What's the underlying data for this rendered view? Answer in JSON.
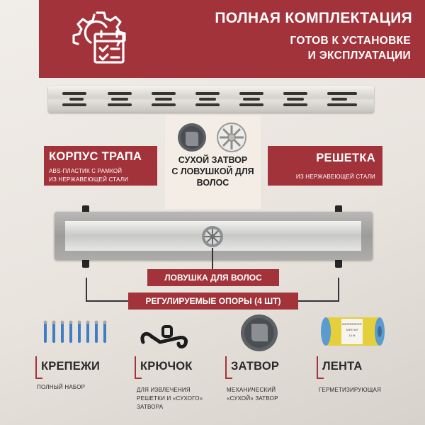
{
  "header": {
    "title": "ПОЛНАЯ КОМПЛЕКТАЦИЯ",
    "subtitle_line1": "ГОТОВ К УСТАНОВКЕ",
    "subtitle_line2": "И ЭКСПЛУАТАЦИИ"
  },
  "labels": {
    "body_title": "КОРПУС ТРАПА",
    "body_line1": "ABS-ПЛАСТИК С РАМКОЙ",
    "body_line2": "ИЗ НЕРЖАВЕЮЩЕЙ СТАЛИ",
    "grate_title": "РЕШЕТКА",
    "grate_line1": "ИЗ НЕРЖАВЕЮЩЕЙ СТАЛИ",
    "trap_line1": "СУХОЙ ЗАТВОР",
    "trap_line2": "С ЛОВУШКОЙ ДЛЯ",
    "trap_line3": "ВОЛОС",
    "hair_trap": "ЛОВУШКА ДЛЯ ВОЛОС",
    "supports": "РЕГУЛИРУЕМЫЕ ОПОРЫ (4 ШТ)"
  },
  "items": [
    {
      "title": "КРЕПЕЖИ",
      "desc1": "ПОЛНЫЙ НАБОР",
      "desc2": "",
      "desc3": "",
      "icon": "screws-icon"
    },
    {
      "title": "КРЮЧОК",
      "desc1": "ДЛЯ ИЗВЛЕЧЕНИЯ",
      "desc2": "РЕШЕТКИ И «СУХОГО»",
      "desc3": "ЗАТВОРА",
      "icon": "hook-icon"
    },
    {
      "title": "ЗАТВОР",
      "desc1": "МЕХАНИЧЕСКИЙ",
      "desc2": "«СУХОЙ» ЗАТВОР",
      "desc3": "",
      "icon": "dry-seal-icon"
    },
    {
      "title": "ЛЕНТА",
      "desc1": "ГЕРМЕТИЗИРУЮЩАЯ",
      "desc2": "",
      "desc3": "",
      "icon": "tape-roll-icon"
    }
  ],
  "tape_label": {
    "line1": "WATERPROOF",
    "line2": "TAPE 50T",
    "line3": "10 M"
  },
  "colors": {
    "accent": "#a3333a",
    "background": "#ece7e2",
    "text": "#2a2a2a"
  }
}
